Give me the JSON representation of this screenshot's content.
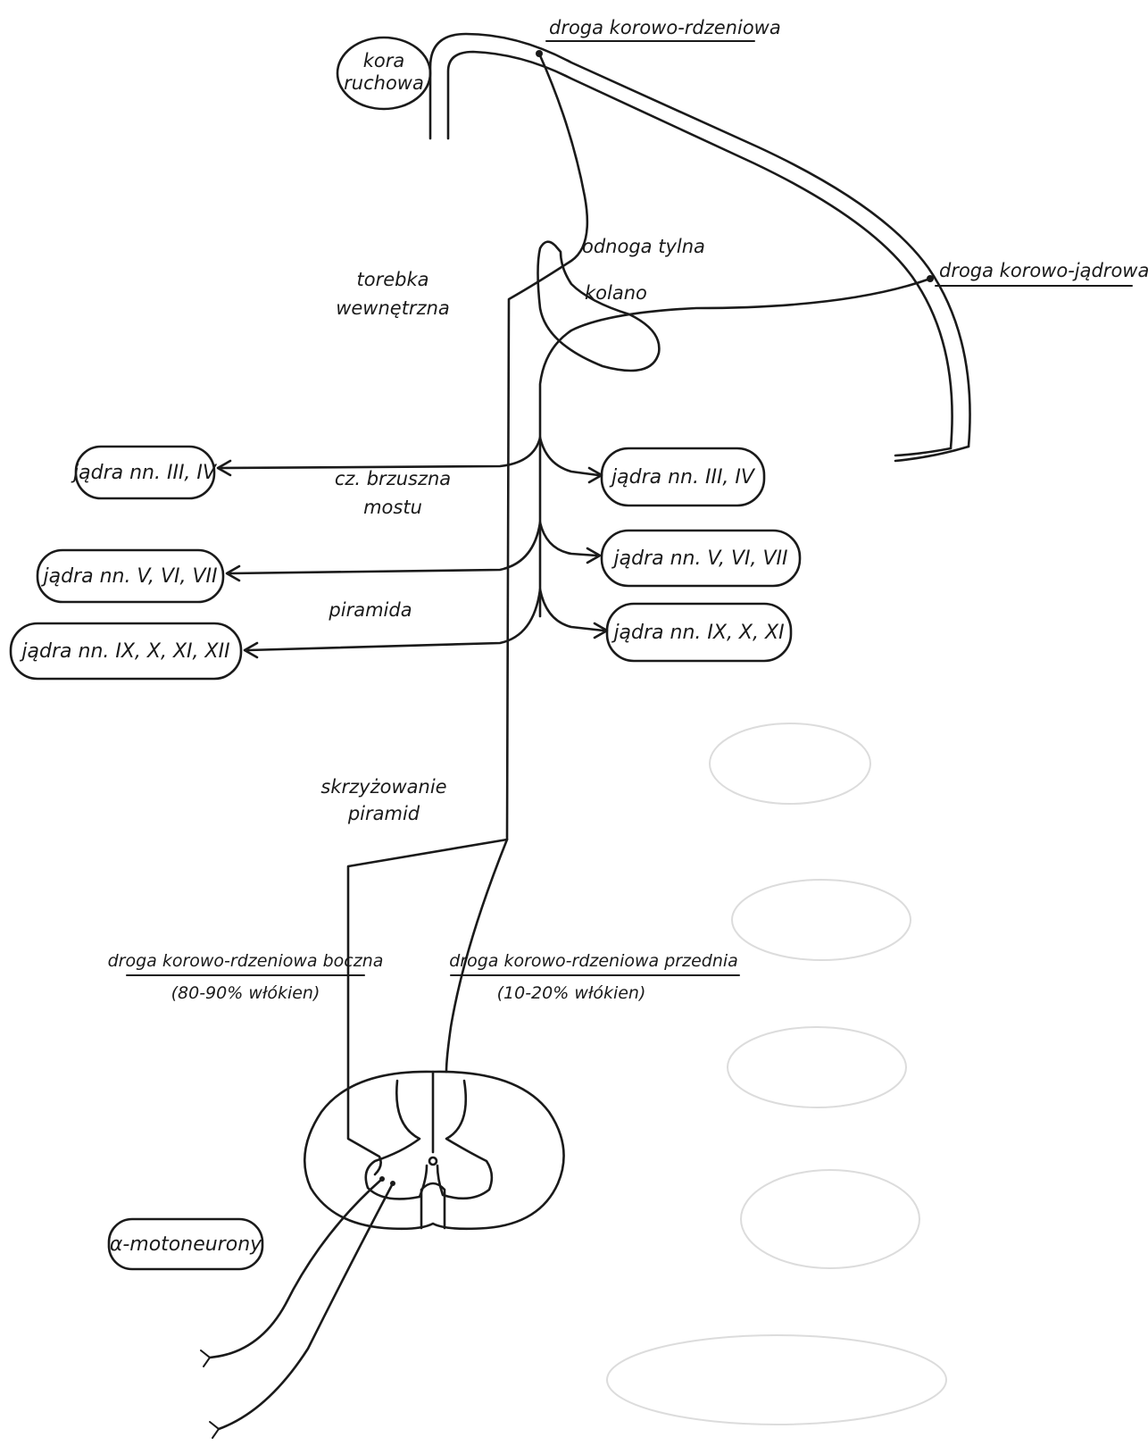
{
  "labels": {
    "kora_ruchowa": [
      "kora",
      "ruchowa"
    ],
    "droga_korowo_rdzeniowa": "droga korowo-rdzeniowa",
    "droga_korowo_jadrowa": "droga korowo-jądrowa",
    "odnoga_tylna": "odnoga tylna",
    "kolano": "kolano",
    "torebka_wewnetrzna": [
      "torebka",
      "wewnętrzna"
    ],
    "cz_brzuszna_mostu": [
      "cz. brzuszna",
      "mostu"
    ],
    "piramida": "piramida",
    "skrzyzowanie_piramid": [
      "skrzyżowanie",
      "piramid"
    ],
    "droga_boczna": "droga korowo-rdzeniowa boczna",
    "droga_boczna_pct": "(80-90% włókien)",
    "droga_przednia": "droga korowo-rdzeniowa przednia",
    "droga_przednia_pct": "(10-20% włókien)",
    "alfa_motoneurony": "α-motoneurony"
  },
  "nuclei_left": [
    "jądra nn. III, IV",
    "jądra nn. V, VI, VII",
    "jądra nn. IX, X, XI, XII"
  ],
  "nuclei_right": [
    "jądra nn. III, IV",
    "jądra nn. V, VI, VII",
    "jądra nn. IX, X, XI"
  ],
  "colors": {
    "ink": "#1a1a1a",
    "background": "#ffffff"
  }
}
